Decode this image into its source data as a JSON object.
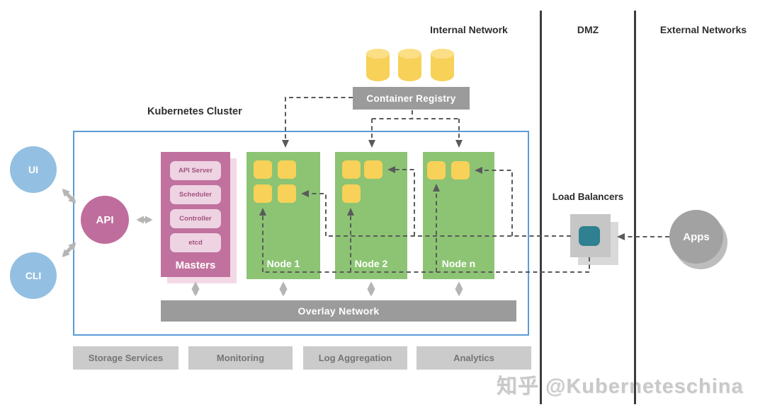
{
  "sections": {
    "internal": "Internal Network",
    "dmz": "DMZ",
    "external": "External Networks"
  },
  "registry": {
    "label": "Container Registry"
  },
  "cluster": {
    "title": "Kubernetes Cluster",
    "masters": {
      "label": "Masters",
      "components": [
        "API Server",
        "Scheduler",
        "Controller",
        "etcd"
      ]
    },
    "nodes": [
      {
        "label": "Node 1",
        "pods": 4
      },
      {
        "label": "Node 2",
        "pods": 3
      },
      {
        "label": "Node n",
        "pods": 2
      }
    ],
    "overlay": "Overlay Network"
  },
  "actors": {
    "ui": "UI",
    "cli": "CLI",
    "api": "API",
    "apps": "Apps"
  },
  "load_balancers": {
    "label": "Load Balancers"
  },
  "services": [
    "Storage Services",
    "Monitoring",
    "Log Aggregation",
    "Analytics"
  ],
  "watermark": "知乎 @Kuberneteschina",
  "colors": {
    "cluster_border": "#5b9bd5",
    "node_green": "#8cc474",
    "pod_yellow": "#f8d158",
    "master_pink": "#c1719e",
    "master_component_bg": "#eed3e2",
    "actor_blue": "#93c0e2",
    "bar_gray": "#9b9b9b",
    "service_gray": "#cbcbcb",
    "lb_teal": "#2f8090",
    "dashed_line": "#5a5a5a",
    "divider": "#3d3d3d"
  }
}
